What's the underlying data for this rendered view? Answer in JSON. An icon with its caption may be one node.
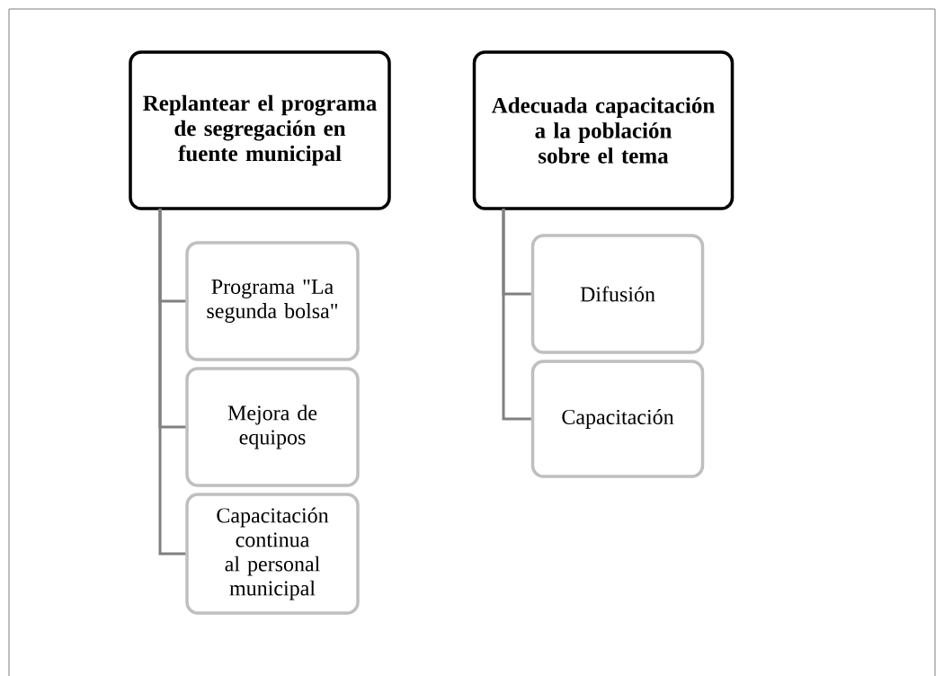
{
  "diagram": {
    "nodes": [
      {
        "text": [
          "Replantear el programa de segregación en fuente municipal"
        ]
      },
      {
        "text": [
          "Programa \"La segunda bolsa\""
        ]
      },
      {
        "text": [
          "Mejora de equipos"
        ]
      },
      {
        "text": [
          "Capacitación continua al personal municipal"
        ]
      },
      {
        "text": [
          "Adecuada capacitación a la población sobre el tema"
        ]
      },
      {
        "text": [
          "Difusión"
        ]
      },
      {
        "text": [
          "Capacitación"
        ]
      }
    ],
    "edges": [
      {
        "from": 0,
        "to": 1,
        "arrow": "none"
      },
      {
        "from": 0,
        "to": 2,
        "arrow": "none"
      },
      {
        "from": 0,
        "to": 3,
        "arrow": "none"
      },
      {
        "from": 4,
        "to": 5,
        "arrow": "none"
      },
      {
        "from": 4,
        "to": 6,
        "arrow": "none"
      }
    ]
  }
}
